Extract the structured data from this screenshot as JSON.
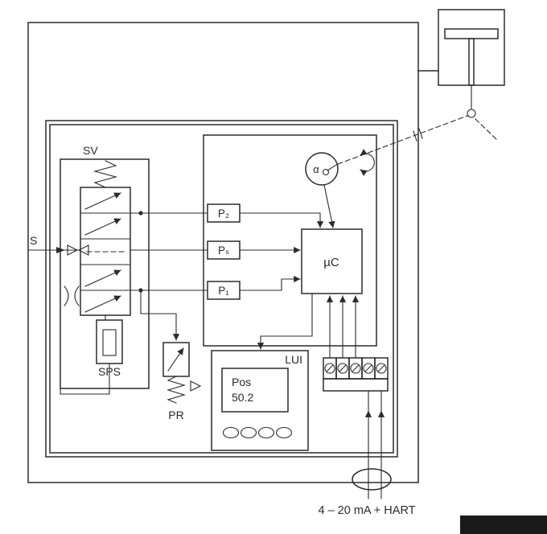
{
  "diagram": {
    "labels": {
      "sv": "SV",
      "s": "S",
      "sps": "SPS",
      "pr": "PR",
      "p2": "P₂",
      "ps": "Pₛ",
      "p1": "P₁",
      "uc": "µC",
      "alpha": "α",
      "lui": "LUI",
      "display_line1": "Pos",
      "display_line2": "50.2",
      "signal": "4 – 20 mA + HART"
    },
    "colors": {
      "line": "#2b2b2b",
      "background": "#ffffff",
      "watermark": "#1a1a1a"
    }
  }
}
